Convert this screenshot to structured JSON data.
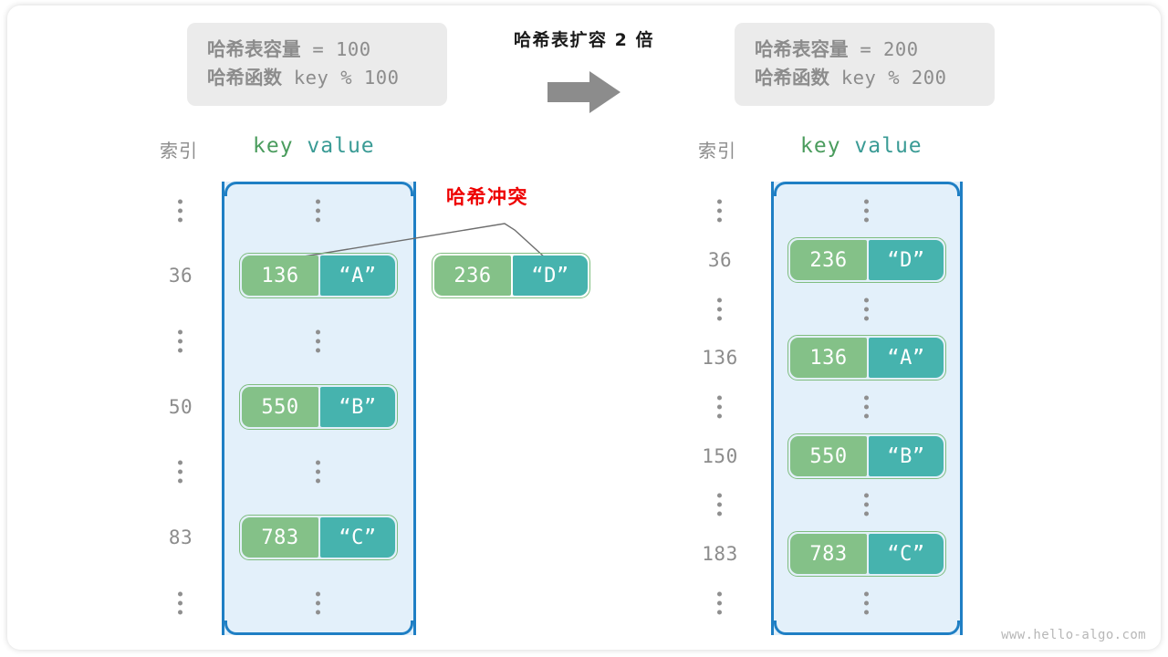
{
  "diagram": {
    "title_caption": "哈希表扩容 2 倍",
    "arrow_icon": "right-arrow-icon",
    "watermark": "www.hello-algo.com",
    "collision_label": "哈希冲突",
    "colors": {
      "bucket_fill": "#e3f0fa",
      "bucket_border": "#1f7fc4",
      "key_cell": "#84c188",
      "value_cell": "#46b3ae",
      "pair_border": "#7fbd7f",
      "info_box_bg": "#ebebeb",
      "index_text": "#8c8c8c",
      "collision_red": "#ee0000",
      "key_word": "#4a9c5d",
      "value_word": "#3a9b95"
    }
  },
  "before": {
    "info": {
      "capacity_label": "哈希表容量",
      "capacity_expr": " = 100",
      "function_label": "哈希函数",
      "function_expr": " key % 100"
    },
    "headers": {
      "index": "索引",
      "key": "key",
      "value": "value"
    },
    "rows": [
      {
        "index": "⋮",
        "type": "dots"
      },
      {
        "index": "36",
        "type": "pair",
        "key": "136",
        "value": "“A”"
      },
      {
        "index": "⋮",
        "type": "dots"
      },
      {
        "index": "50",
        "type": "pair",
        "key": "550",
        "value": "“B”"
      },
      {
        "index": "⋮",
        "type": "dots"
      },
      {
        "index": "83",
        "type": "pair",
        "key": "783",
        "value": "“C”"
      },
      {
        "index": "⋮",
        "type": "dots"
      }
    ],
    "collision_pair": {
      "key": "236",
      "value": "“D”"
    }
  },
  "after": {
    "info": {
      "capacity_label": "哈希表容量",
      "capacity_expr": " = 200",
      "function_label": "哈希函数",
      "function_expr": " key % 200"
    },
    "headers": {
      "index": "索引",
      "key": "key",
      "value": "value"
    },
    "rows": [
      {
        "index": "⋮",
        "type": "dots"
      },
      {
        "index": "36",
        "type": "pair",
        "key": "236",
        "value": "“D”"
      },
      {
        "index": "⋮",
        "type": "dots"
      },
      {
        "index": "136",
        "type": "pair",
        "key": "136",
        "value": "“A”"
      },
      {
        "index": "⋮",
        "type": "dots"
      },
      {
        "index": "150",
        "type": "pair",
        "key": "550",
        "value": "“B”"
      },
      {
        "index": "⋮",
        "type": "dots"
      },
      {
        "index": "183",
        "type": "pair",
        "key": "783",
        "value": "“C”"
      },
      {
        "index": "⋮",
        "type": "dots"
      }
    ]
  }
}
